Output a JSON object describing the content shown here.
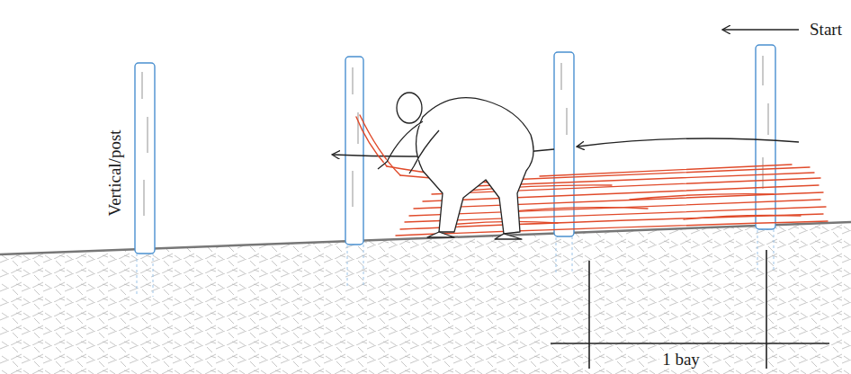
{
  "diagram": {
    "labels": [
      "Start",
      "Vertical/post",
      "1 bay"
    ]
  }
}
